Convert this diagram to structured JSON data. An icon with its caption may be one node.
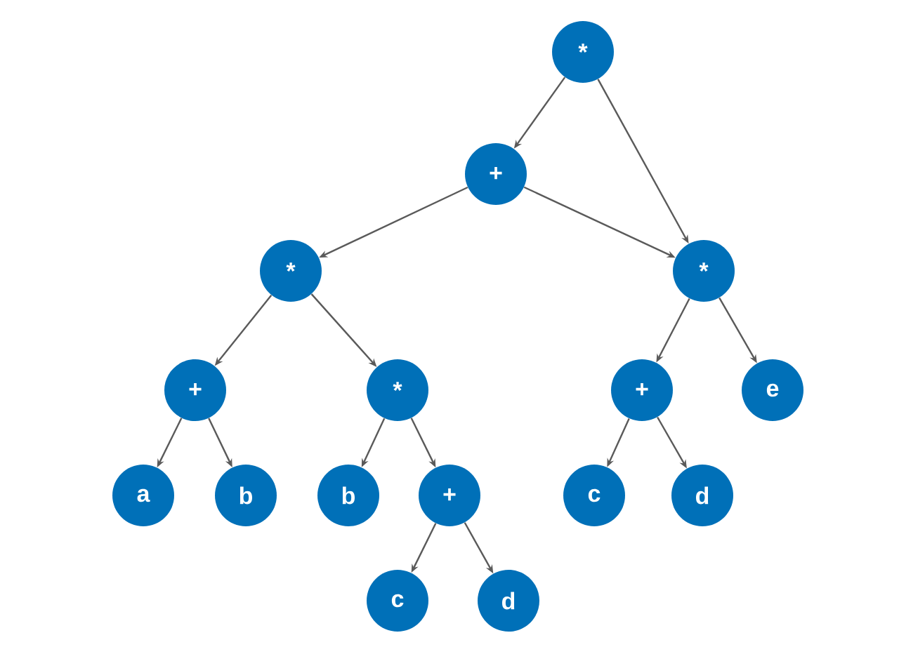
{
  "diagram": {
    "nodes": [
      {
        "text": [
          "*"
        ]
      },
      {
        "text": [
          "+"
        ]
      },
      {
        "text": [
          "*"
        ]
      },
      {
        "text": [
          "*"
        ]
      },
      {
        "text": [
          "+"
        ]
      },
      {
        "text": [
          "*"
        ]
      },
      {
        "text": [
          "+"
        ]
      },
      {
        "text": [
          "e"
        ]
      },
      {
        "text": [
          "a"
        ]
      },
      {
        "text": [
          "b"
        ]
      },
      {
        "text": [
          "b"
        ]
      },
      {
        "text": [
          "+"
        ]
      },
      {
        "text": [
          "c"
        ]
      },
      {
        "text": [
          "d"
        ]
      },
      {
        "text": [
          "c"
        ]
      },
      {
        "text": [
          "d"
        ]
      }
    ],
    "edges": [
      {
        "from": 0,
        "to": 1,
        "arrow": "to"
      },
      {
        "from": 0,
        "to": 3,
        "arrow": "to"
      },
      {
        "from": 1,
        "to": 2,
        "arrow": "to"
      },
      {
        "from": 1,
        "to": 3,
        "arrow": "to"
      },
      {
        "from": 2,
        "to": 4,
        "arrow": "to"
      },
      {
        "from": 2,
        "to": 5,
        "arrow": "to"
      },
      {
        "from": 3,
        "to": 6,
        "arrow": "to"
      },
      {
        "from": 3,
        "to": 7,
        "arrow": "to"
      },
      {
        "from": 4,
        "to": 8,
        "arrow": "to"
      },
      {
        "from": 4,
        "to": 9,
        "arrow": "to"
      },
      {
        "from": 5,
        "to": 10,
        "arrow": "to"
      },
      {
        "from": 5,
        "to": 11,
        "arrow": "to"
      },
      {
        "from": 6,
        "to": 12,
        "arrow": "to"
      },
      {
        "from": 6,
        "to": 13,
        "arrow": "to"
      },
      {
        "from": 11,
        "to": 14,
        "arrow": "to"
      },
      {
        "from": 11,
        "to": 15,
        "arrow": "to"
      }
    ]
  }
}
